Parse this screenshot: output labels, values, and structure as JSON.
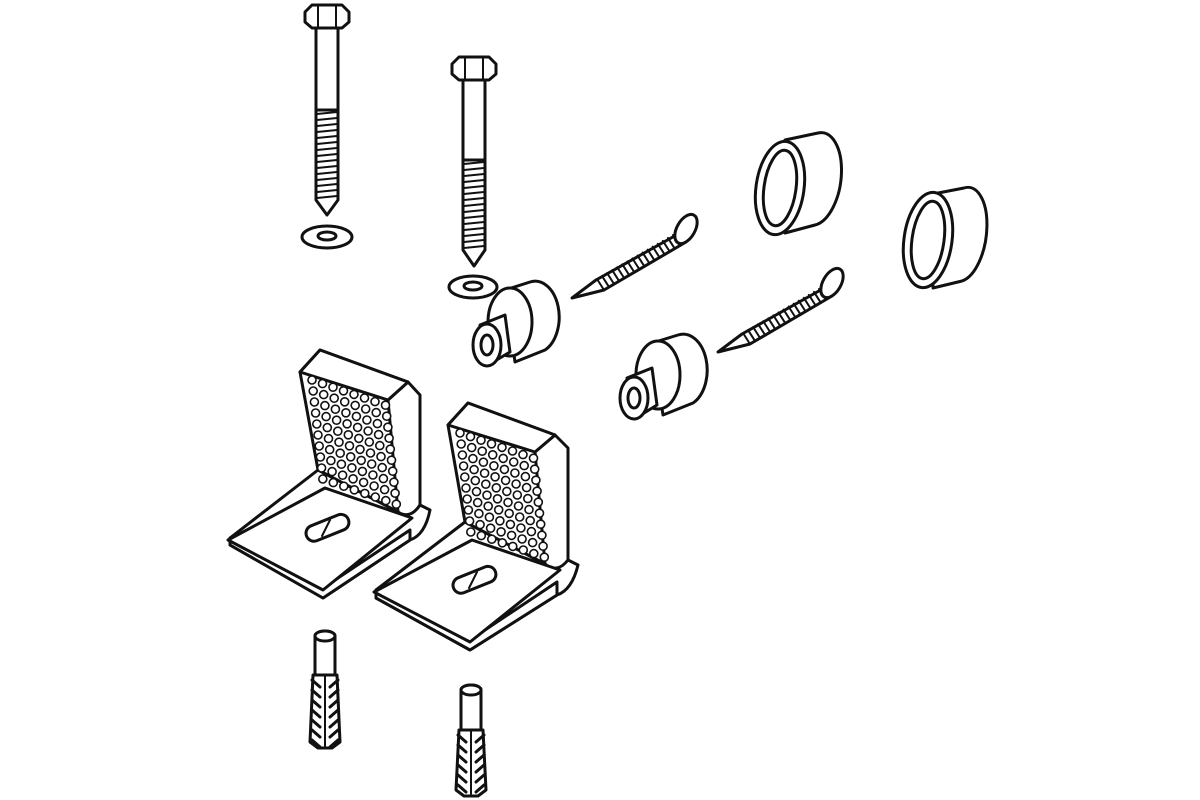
{
  "figure": {
    "background": "#ffffff",
    "line_color": "#111111",
    "parts": [
      {
        "name": "hex-bolt-1"
      },
      {
        "name": "hex-bolt-2"
      },
      {
        "name": "washer-1"
      },
      {
        "name": "washer-2"
      },
      {
        "name": "ring-1"
      },
      {
        "name": "ring-2"
      },
      {
        "name": "nail-1"
      },
      {
        "name": "nail-2"
      },
      {
        "name": "spacer-1"
      },
      {
        "name": "spacer-2"
      },
      {
        "name": "angle-bracket-1"
      },
      {
        "name": "angle-bracket-2"
      },
      {
        "name": "wall-plug-1"
      },
      {
        "name": "wall-plug-2"
      }
    ]
  }
}
